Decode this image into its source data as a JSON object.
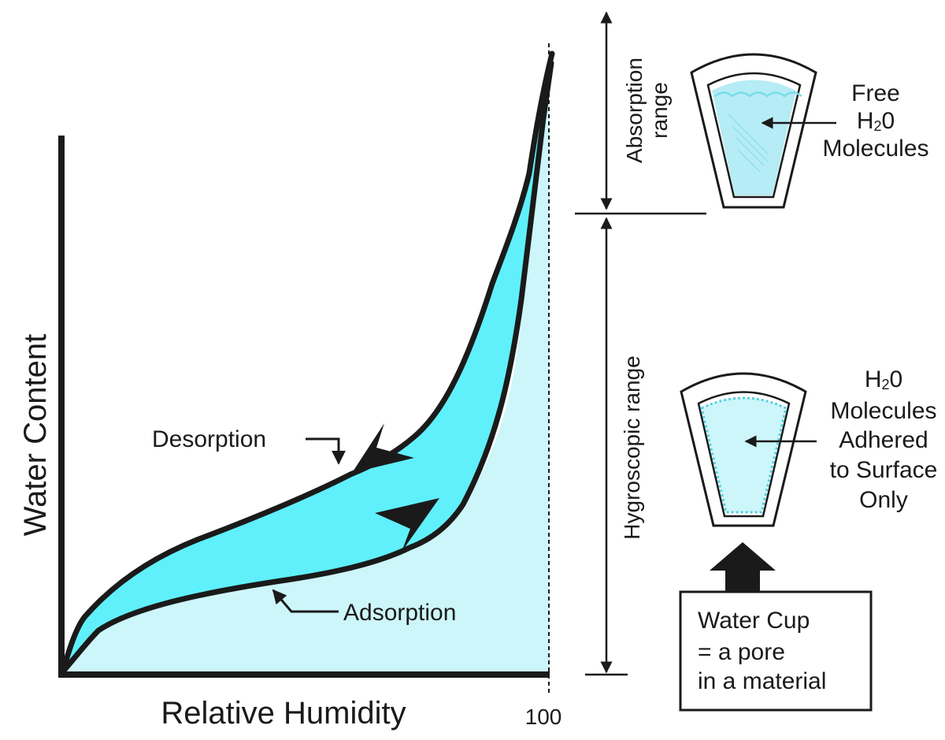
{
  "axes": {
    "y_label": "Water Content",
    "x_label": "Relative Humidity",
    "x_end_tick": "100"
  },
  "curves": {
    "desorption_label": "Desorption",
    "adsorption_label": "Adsorption"
  },
  "ranges": {
    "upper_label_line1": "Absorption",
    "upper_label_line2": "range",
    "lower_label": "Hygroscopic range"
  },
  "cups": {
    "top": {
      "line1": "Free",
      "line2": "H",
      "line2_sub": "2",
      "line2_rest": "0",
      "line3": "Molecules"
    },
    "bottom": {
      "line1": "H",
      "line1_sub": "2",
      "line1_rest": "0",
      "line2": "Molecules",
      "line3": "Adhered",
      "line4": "to Surface",
      "line5": "Only"
    }
  },
  "legend_box": {
    "line1": "Water Cup",
    "line2": "= a pore",
    "line3": "in a material"
  },
  "colors": {
    "ink": "#1a1a1a",
    "hysteresis_fill": "#5ff0fb",
    "under_curve_fill": "#cdf6fa",
    "water_fill": "#b6ecf5",
    "water_surface": "#79dde9",
    "dotted_film": "#54cfe0"
  }
}
